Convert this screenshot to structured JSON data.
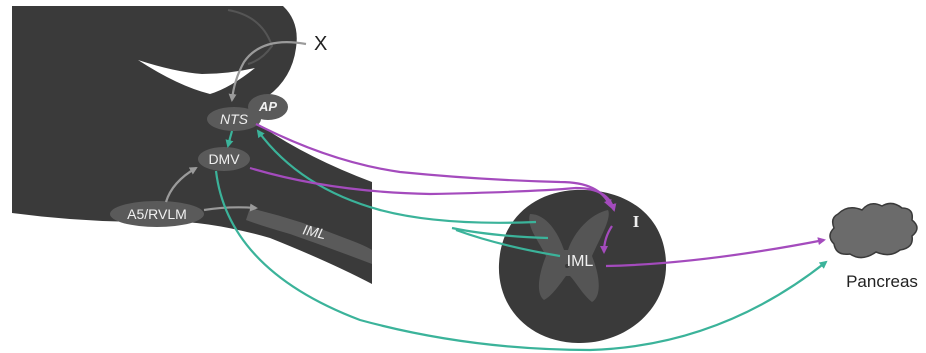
{
  "labels": {
    "x": "X",
    "ap": "AP",
    "nts": "NTS",
    "dmv": "DMV",
    "a5_rvlm": "A5/RVLM",
    "iml_brainstem": "IML",
    "iml_cord": "IML",
    "i": "I",
    "pancreas": "Pancreas"
  },
  "colors": {
    "tissue": "#3a3a3a",
    "nucleus": "#5a5a5a",
    "cord_gray_matter": "#555555",
    "pancreas": "#6b6b6b",
    "afferent_arrow": "#9a9a9a",
    "teal_pathway": "#3bb39a",
    "purple_pathway": "#a44bbd",
    "label_text": "#f0f0f0"
  }
}
